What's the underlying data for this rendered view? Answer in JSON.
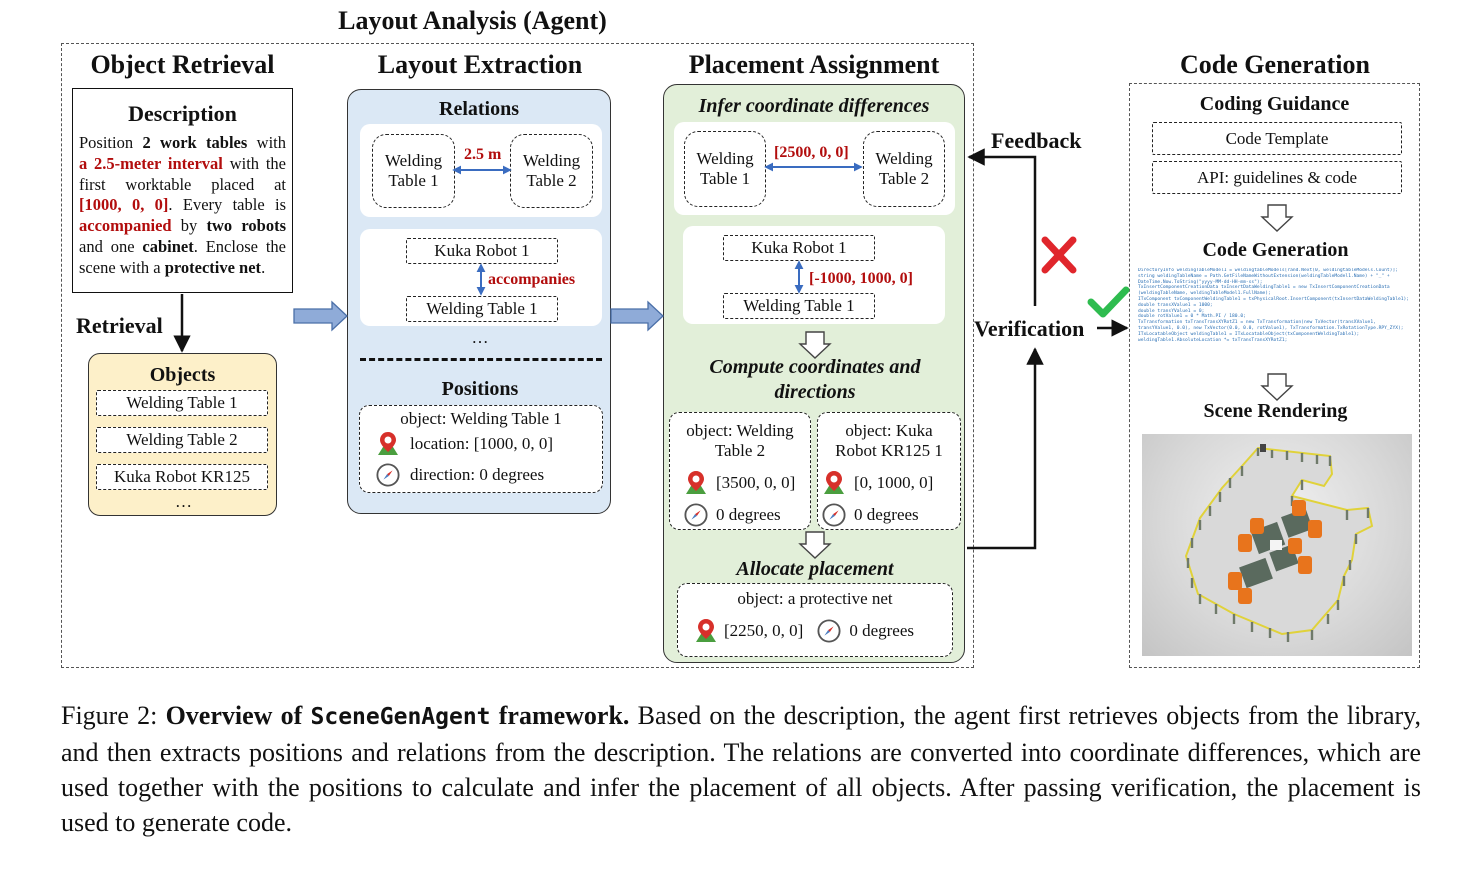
{
  "layout_analysis_title": "Layout Analysis (Agent)",
  "object_retrieval": {
    "title": "Object Retrieval",
    "description_title": "Description",
    "description": [
      [
        {
          "t": "Position "
        },
        {
          "t": "2 work tables",
          "b": 1
        },
        {
          "t": " with"
        }
      ],
      [
        {
          "t": "a 2.5-meter interval",
          "r": 1
        },
        {
          "t": " with the"
        }
      ],
      [
        {
          "t": "first worktable placed at"
        }
      ],
      [
        {
          "t": "[1000, 0, 0]",
          "r": 1
        },
        {
          "t": ". Every table is"
        }
      ],
      [
        {
          "t": "accompanied",
          "r": 1
        },
        {
          "t": " by "
        },
        {
          "t": "two robots",
          "b": 1
        }
      ],
      [
        {
          "t": "and one "
        },
        {
          "t": "cabinet",
          "b": 1
        },
        {
          "t": ". Enclose the"
        }
      ],
      [
        {
          "t": "scene with a "
        },
        {
          "t": "protective net",
          "b": 1
        },
        {
          "t": "."
        }
      ]
    ],
    "retrieval_label": "Retrieval",
    "objects_title": "Objects",
    "objects": [
      "Welding Table 1",
      "Welding Table 2",
      "Kuka Robot KR125"
    ],
    "objects_more": "…"
  },
  "layout_extraction": {
    "title": "Layout Extraction",
    "relations_title": "Relations",
    "rel_a_left": "Welding Table 1",
    "rel_a_right": "Welding Table 2",
    "rel_a_label": "2.5 m",
    "rel_b_top": "Kuka Robot 1",
    "rel_b_bottom": "Welding Table 1",
    "rel_b_label": "accompanies",
    "rel_more": "…",
    "positions_title": "Positions",
    "pos_object": "object: Welding Table 1",
    "pos_location": "location: [1000, 0, 0]",
    "pos_direction": "direction: 0 degrees"
  },
  "placement": {
    "title": "Placement Assignment",
    "infer_title": "Infer coordinate differences",
    "inf_a_left": "Welding Table 1",
    "inf_a_right": "Welding Table 2",
    "inf_a_label": "[2500, 0, 0]",
    "inf_b_top": "Kuka Robot 1",
    "inf_b_bottom": "Welding Table 1",
    "inf_b_label": "[-1000, 1000, 0]",
    "compute_title": "Compute coordinates and directions",
    "c1_object": "object: Welding Table 2",
    "c1_location": "[3500, 0, 0]",
    "c1_direction": "0 degrees",
    "c2_object": "object: Kuka Robot KR125 1",
    "c2_location": "[0, 1000, 0]",
    "c2_direction": "0 degrees",
    "allocate_title": "Allocate placement",
    "alloc_object": "object: a protective net",
    "alloc_location": "[2250, 0, 0]",
    "alloc_direction": "0 degrees"
  },
  "feedback_label": "Feedback",
  "verification_label": "Verification",
  "code_generation": {
    "title": "Code Generation",
    "guidance_title": "Coding Guidance",
    "template": "Code Template",
    "api": "API: guidelines & code",
    "codegen_title": "Code Generation",
    "code_lines": [
      "DirectoryInfo weldingTableModel1 = weldingtableModels[rand.Next(0, weldingtableModels.Count)];",
      "string weldingTableName = Path.GetFileNameWithoutExtension(weldingTableModel1.Name) + \"_\" +",
      "DateTime.Now.ToString(\"yyyy-MM-dd-HH-mm-ss\");",
      "TxInsertComponentCreationData txInsertDataWeldingTable1 = new TxInsertComponentCreationData",
      "(weldingTableName, weldingTableModel1.FullName);",
      "ITxComponent txComponentWeldingTable1 = txPhysicalRoot.InsertComponent(txInsertDataWeldingTable1);",
      "double transXValue1 = 1000;",
      "double transYValue1 = 0;",
      "double rotValue1 = 0 * Math.PI / 180.0;",
      "TxTransformation txTransTransXYRotZ1 = new TxTransformation(new TxVector(transXValue1,",
      "transYValue1, 0.0), new TxVector(0.0, 0.0, rotValue1), TxTransformation.TxRotationType.RPY_ZYX);",
      "ITxLocatableObject weldingTable1 = ITxLocatableObject(txComponentWeldingTable1);",
      "weldingTable1.AbsoluteLocation *= txTransTransXYRotZ1;"
    ],
    "rendering_title": "Scene Rendering"
  },
  "caption": {
    "prefix": "Figure 2: ",
    "bold1": "Overview of ",
    "mono": "SceneGenAgent",
    "bold2": " framework.",
    "text": " Based on the description, the agent first retrieves objects from the library, and then extracts positions and relations from the description. The relations are converted into coordinate differences, which are used together with the positions to calculate and infer the placement of all objects. After passing verification, the placement is used to generate code."
  },
  "colors": {
    "objects_bg": "#fdf0c9",
    "extraction_bg": "#dbe8f5",
    "placement_bg": "#e2efd9",
    "accent_red": "#b20d0d",
    "arrow_blue": "#8fabd8",
    "cross_red": "#e0262c",
    "check_green": "#2ebc4f"
  }
}
